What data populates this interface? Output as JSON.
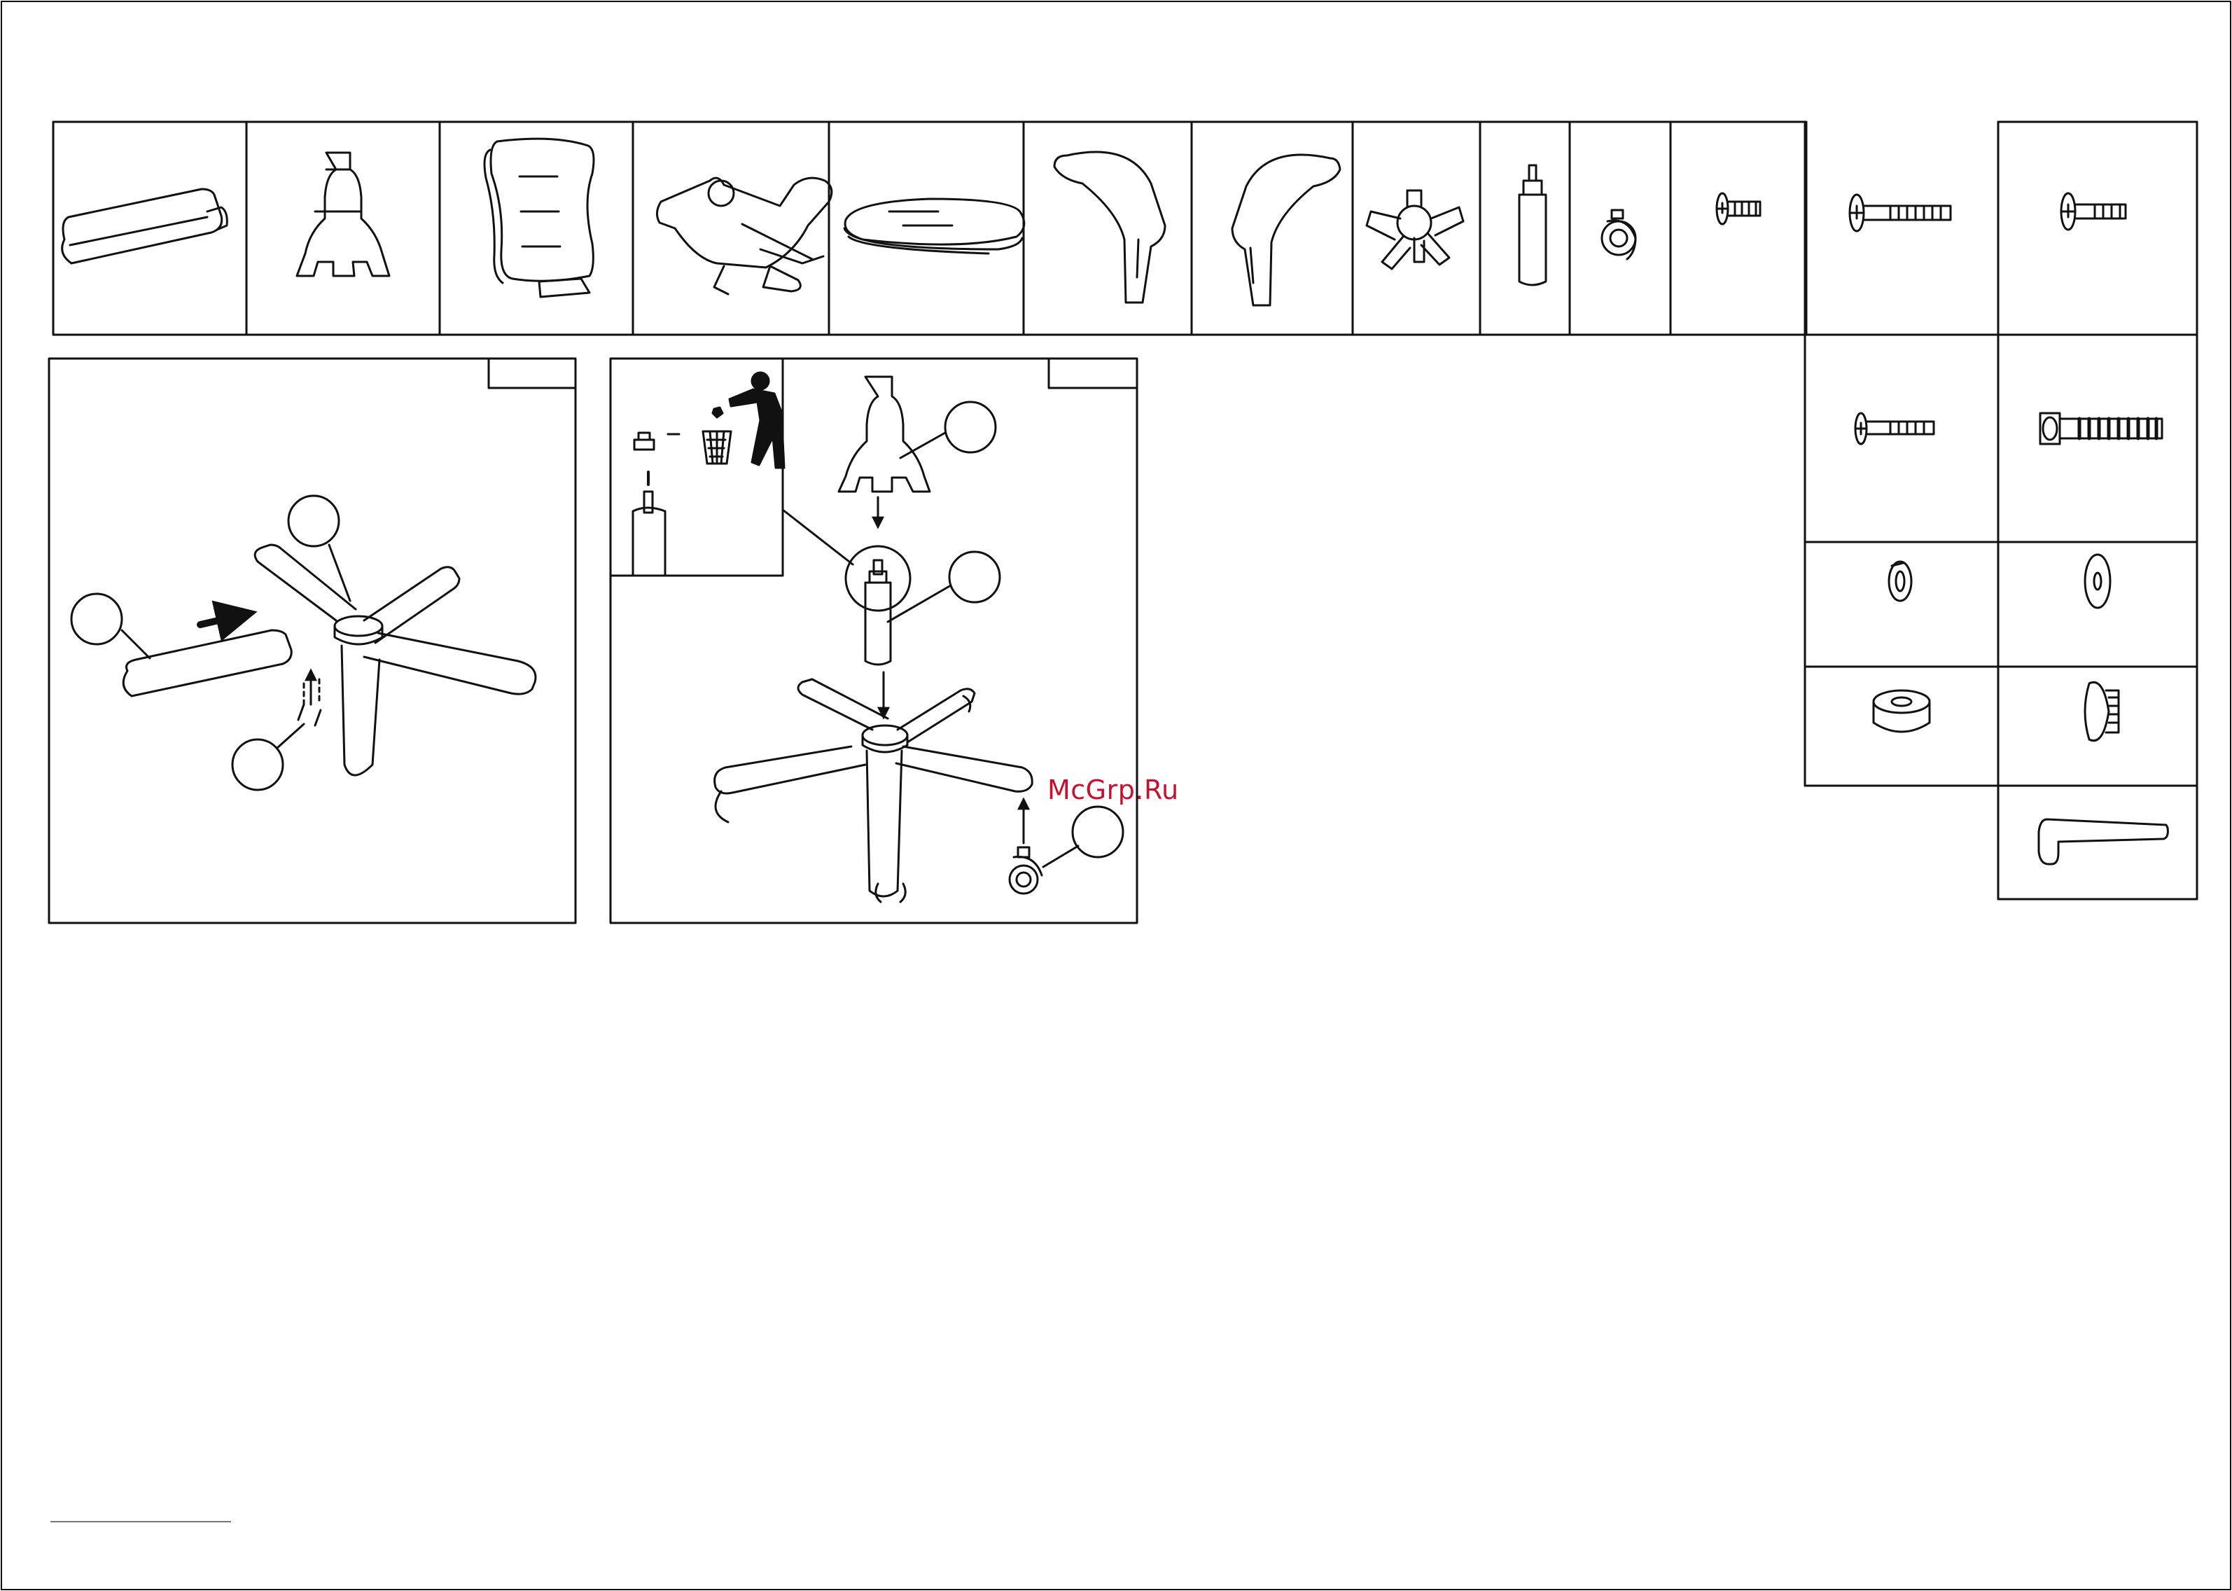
{
  "document": {
    "type": "chair assembly instructions",
    "watermark": "McGrp.Ru",
    "colors": {
      "line": "#111111",
      "paper": "#ffffff",
      "watermark": "#c8102e"
    }
  },
  "parts_table": {
    "cells": [
      {
        "icon": "armrest-leg-part"
      },
      {
        "icon": "gas-lift-cover-part"
      },
      {
        "icon": "backrest-part"
      },
      {
        "icon": "tilt-mechanism-part"
      },
      {
        "icon": "seat-cushion-part"
      },
      {
        "icon": "left-armrest-part"
      },
      {
        "icon": "right-armrest-part"
      },
      {
        "icon": "five-star-base-part"
      },
      {
        "icon": "gas-lift-part"
      },
      {
        "icon": "caster-wheel-part"
      },
      {
        "icon": "short-bolt-part"
      },
      {
        "icon": "long-bolt-part"
      },
      {
        "icon": "medium-bolt-part"
      },
      {
        "icon": "bolt-part"
      },
      {
        "icon": "allen-head-bolt-part"
      },
      {
        "icon": "spring-washer-part"
      },
      {
        "icon": "flat-washer-part"
      },
      {
        "icon": "spacer-ring-part"
      },
      {
        "icon": "plastic-plug-part"
      },
      {
        "icon": "allen-key-part"
      }
    ]
  },
  "steps": [
    {
      "id": "step-1",
      "number_box": ""
    },
    {
      "id": "step-2",
      "number_box": ""
    },
    {
      "id": "step-3",
      "number_box": ""
    },
    {
      "id": "step-4",
      "number_box": ""
    },
    {
      "id": "step-5",
      "number_box": ""
    },
    {
      "id": "step-6",
      "number_box": ""
    },
    {
      "id": "finished-chair"
    }
  ]
}
